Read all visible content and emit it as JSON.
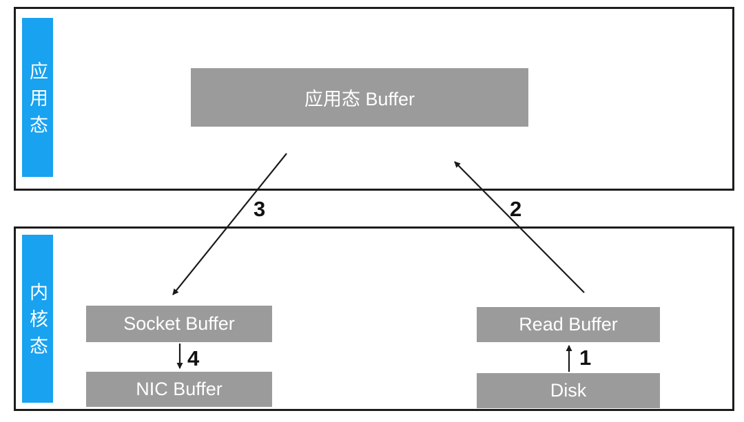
{
  "diagram": {
    "title": "traditional-io-copy-flow",
    "regions": [
      {
        "id": "user-space",
        "label": "应用态"
      },
      {
        "id": "kernel-space",
        "label": "内核态"
      }
    ],
    "nodes": {
      "app_buffer": "应用态 Buffer",
      "socket_buffer": "Socket Buffer",
      "nic_buffer": "NIC Buffer",
      "read_buffer": "Read Buffer",
      "disk": "Disk"
    },
    "steps": {
      "s1": "1",
      "s2": "2",
      "s3": "3",
      "s4": "4"
    },
    "arrows": [
      {
        "step": "1",
        "from": "disk",
        "to": "read_buffer"
      },
      {
        "step": "2",
        "from": "read_buffer",
        "to": "app_buffer"
      },
      {
        "step": "3",
        "from": "app_buffer",
        "to": "socket_buffer"
      },
      {
        "step": "4",
        "from": "socket_buffer",
        "to": "nic_buffer"
      }
    ],
    "colors": {
      "region_label_bg": "#18a2f0",
      "node_bg": "#9b9b9b",
      "node_text": "#ffffff",
      "border": "#1c1c1c",
      "arrow": "#1a1a1a",
      "background": "#ffffff"
    }
  }
}
